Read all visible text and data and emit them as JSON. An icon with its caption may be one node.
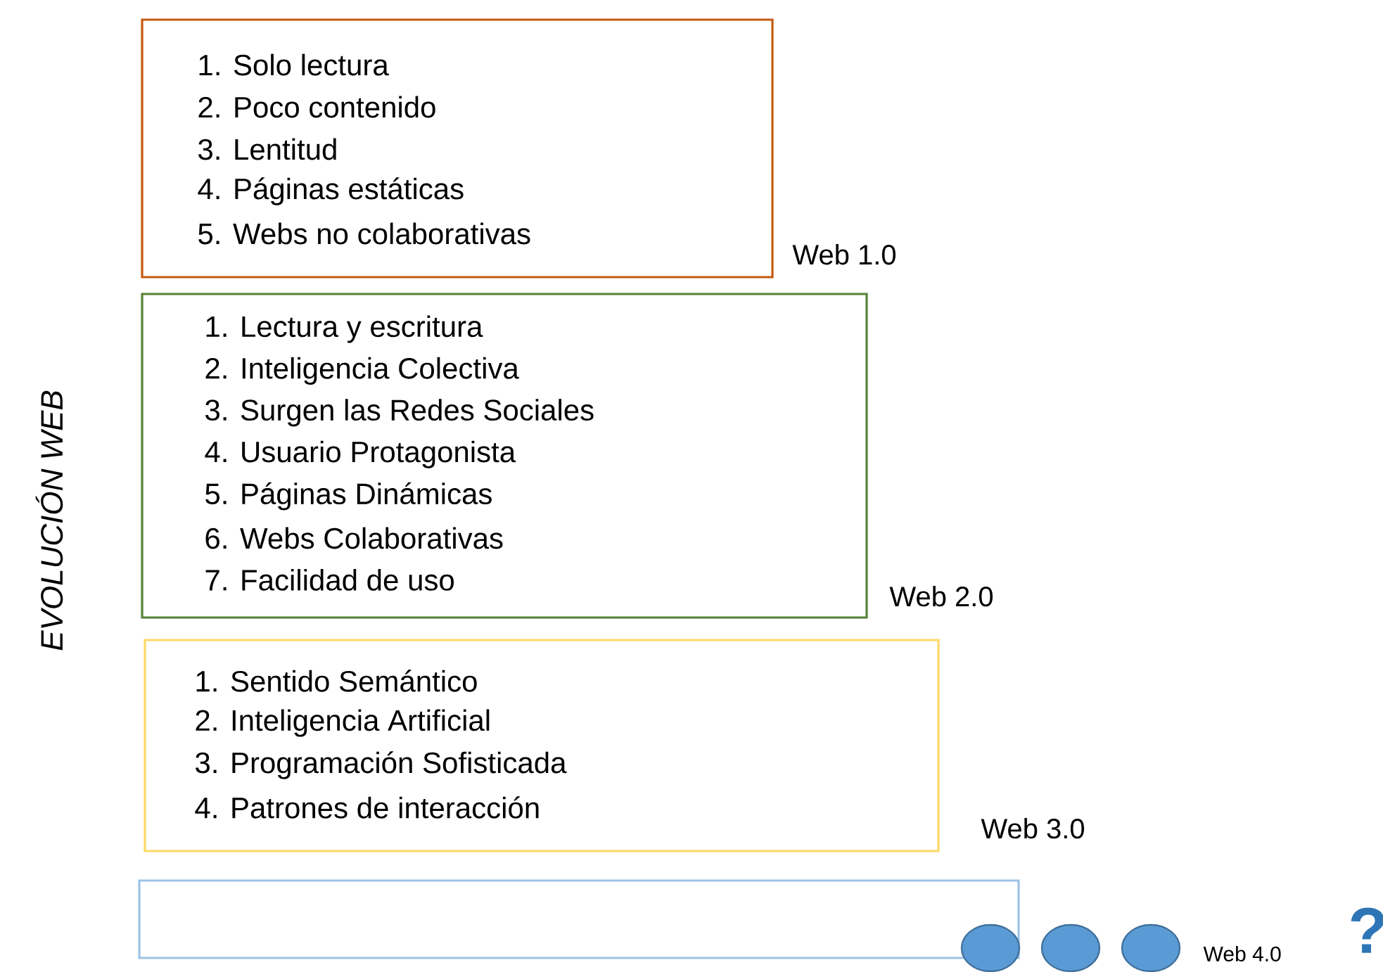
{
  "diagram": {
    "title": "EVOLUCIÓN WEB",
    "nodes": [
      {
        "text": [
          "1. Solo lectura",
          "2. Poco contenido",
          "3. Lentitud",
          "4. Páginas estáticas",
          "5. Webs no colaborativas"
        ],
        "beside": [
          "Web 1.0"
        ]
      },
      {
        "text": [
          "1. Lectura y escritura",
          "2. Inteligencia Colectiva",
          "3. Surgen las Redes Sociales",
          "4. Usuario Protagonista",
          "5. Páginas Dinámicas",
          "6. Webs Colaborativas",
          "7. Facilidad de uso"
        ],
        "beside": [
          "Web 2.0"
        ]
      },
      {
        "text": [
          "1. Sentido Semántico",
          "2. Inteligencia Artificial",
          "3. Programación Sofisticada",
          "4. Patrones de interacción"
        ],
        "beside": [
          "Web 3.0"
        ]
      },
      {
        "text": [],
        "shape": "box"
      },
      {
        "text": [],
        "shape": "circle"
      },
      {
        "text": [],
        "shape": "circle"
      },
      {
        "text": [],
        "shape": "circle",
        "beside": [
          "Web 4.0"
        ]
      }
    ],
    "labels": [
      "?"
    ]
  }
}
